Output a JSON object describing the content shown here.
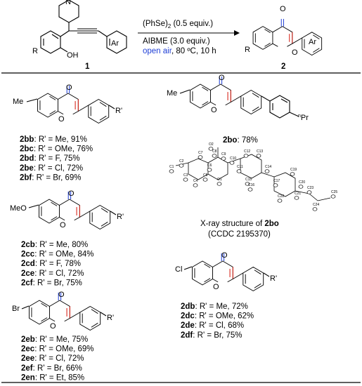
{
  "header": {
    "reagent_line1": "(PhSe)",
    "reagent_line1_sub": "2",
    "reagent_line1_rest": " (0.5 equiv.)",
    "reagent_line2": "AIBME (3.0 equiv.)",
    "conditions_air": "open air",
    "conditions_rest": ", 80 ºC, 10 h",
    "sm_label": "1",
    "product_label": "2",
    "atoms": {
      "N": "N",
      "OH": "OH",
      "R": "R",
      "Ar": "Ar",
      "O": "O",
      "R_prod": "R",
      "Ar_prod": "Ar",
      "O_carbonyl": "O"
    }
  },
  "structure_atoms": {
    "carbonyl_o": "O",
    "ring_o": "O",
    "me": "Me",
    "meo": "MeO",
    "cl": "Cl",
    "br": "Br",
    "r_prime": "R'",
    "npr": "Pr",
    "npr_sup": "n"
  },
  "group_b": [
    {
      "id": "2bb",
      "rest": ": R' = Me, 91%"
    },
    {
      "id": "2bc",
      "rest": ": R' = OMe, 76%"
    },
    {
      "id": "2bd",
      "rest": ": R' = F, 75%"
    },
    {
      "id": "2be",
      "rest": ": R' = Cl, 72%"
    },
    {
      "id": "2bf",
      "rest": ": R' = Br, 69%"
    }
  ],
  "group_c": [
    {
      "id": "2cb",
      "rest": ": R' = Me, 80%"
    },
    {
      "id": "2cc",
      "rest": ": R' = OMe, 84%"
    },
    {
      "id": "2cd",
      "rest": ": R' = F, 78%"
    },
    {
      "id": "2ce",
      "rest": ": R' = Cl, 72%"
    },
    {
      "id": "2cf",
      "rest": ": R' = Br, 75%"
    }
  ],
  "group_e": [
    {
      "id": "2eb",
      "rest": ": R' = Me, 75%"
    },
    {
      "id": "2ec",
      "rest": ": R' = OMe, 69%"
    },
    {
      "id": "2ee",
      "rest": ": R' = Cl, 72%"
    },
    {
      "id": "2ef",
      "rest": ": R' = Br, 66%"
    },
    {
      "id": "2en",
      "rest": ": R' = Et, 85%"
    }
  ],
  "group_d": [
    {
      "id": "2db",
      "rest": ": R' = Me, 72%"
    },
    {
      "id": "2dc",
      "rest": ": R' = OMe, 62%"
    },
    {
      "id": "2de",
      "rest": ": R' = Cl, 68%"
    },
    {
      "id": "2df",
      "rest": ": R' = Br, 75%"
    }
  ],
  "bo": {
    "id": "2bo",
    "rest": ": 78%"
  },
  "xray": {
    "caption_prefix": "X-ray structure of ",
    "caption_id": "2bo",
    "ccdc": "(CCDC 2195370)",
    "atom_labels": [
      "O2",
      "C9",
      "C8",
      "C7",
      "C6",
      "C10",
      "C12",
      "C13",
      "C2",
      "C14",
      "C19",
      "C1",
      "C3",
      "C5",
      "O1",
      "C11",
      "C4",
      "C15",
      "C16",
      "C17",
      "C20",
      "C22",
      "C21",
      "C23",
      "C25",
      "C24"
    ]
  },
  "colors": {
    "carbonyl": "#1f3fd6",
    "new_bond": "#d8281d",
    "conditions_blue": "#1f3fd6"
  }
}
